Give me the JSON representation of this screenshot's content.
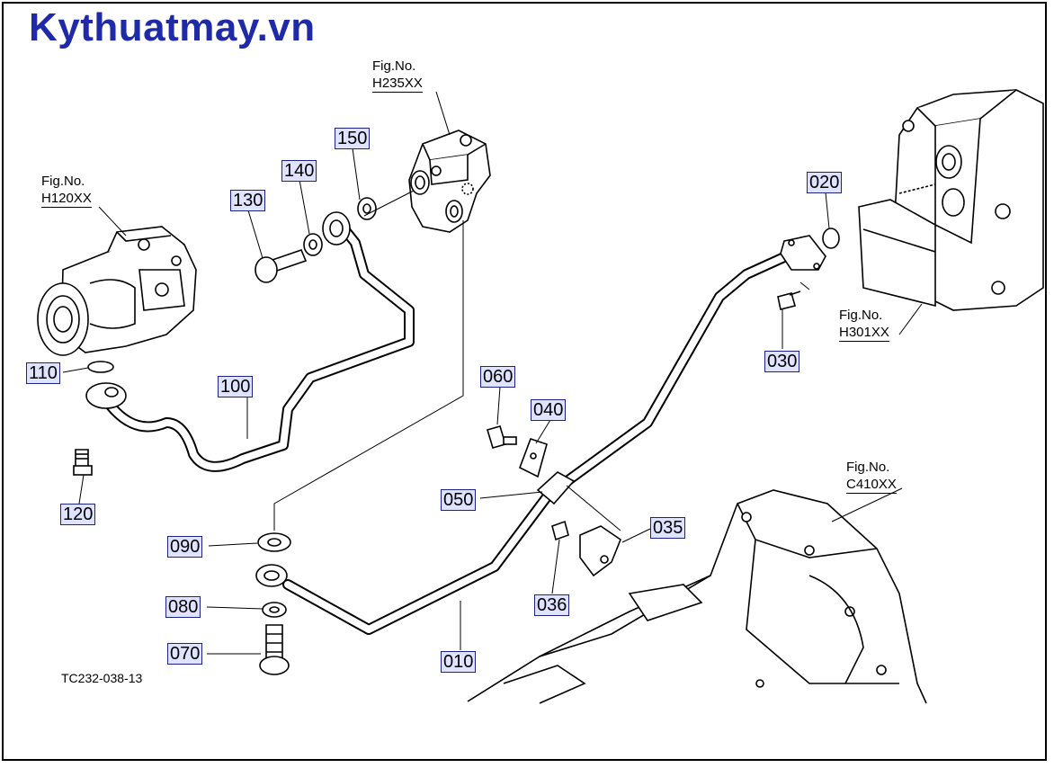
{
  "header": {
    "brand": "Kythuatmay.vn"
  },
  "figure_refs": [
    {
      "label": "Fig.No.",
      "number": "H120XX"
    },
    {
      "label": "Fig.No.",
      "number": "H235XX"
    },
    {
      "label": "Fig.No.",
      "number": "H301XX"
    },
    {
      "label": "Fig.No.",
      "number": "C410XX"
    }
  ],
  "callouts": [
    "100",
    "110",
    "120",
    "130",
    "140",
    "150",
    "020",
    "030",
    "060",
    "040",
    "050",
    "035",
    "036",
    "090",
    "080",
    "070",
    "010"
  ],
  "document_id": "TC232-038-13",
  "colors": {
    "brand": "#1f2aa8",
    "callout_fill": "#dfe3ff",
    "callout_border": "#1c2488",
    "line": "#000000"
  }
}
